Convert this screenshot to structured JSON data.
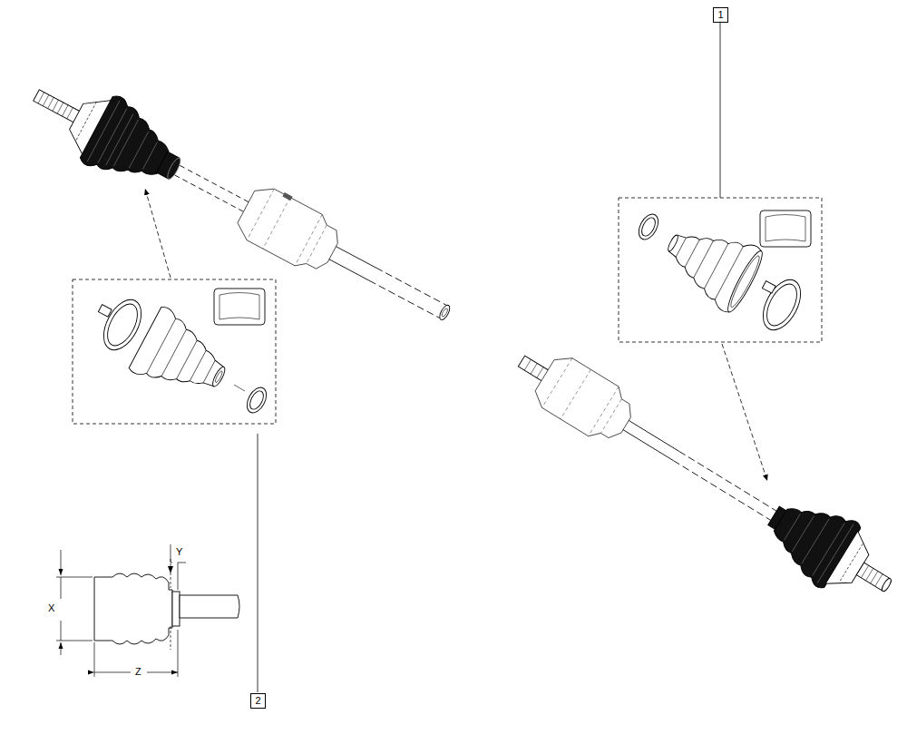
{
  "diagram": {
    "nodes": [
      {
        "text": [
          "1"
        ]
      },
      {
        "text": [
          "2"
        ]
      }
    ],
    "labels": [
      "X",
      "Y",
      "Z"
    ]
  }
}
